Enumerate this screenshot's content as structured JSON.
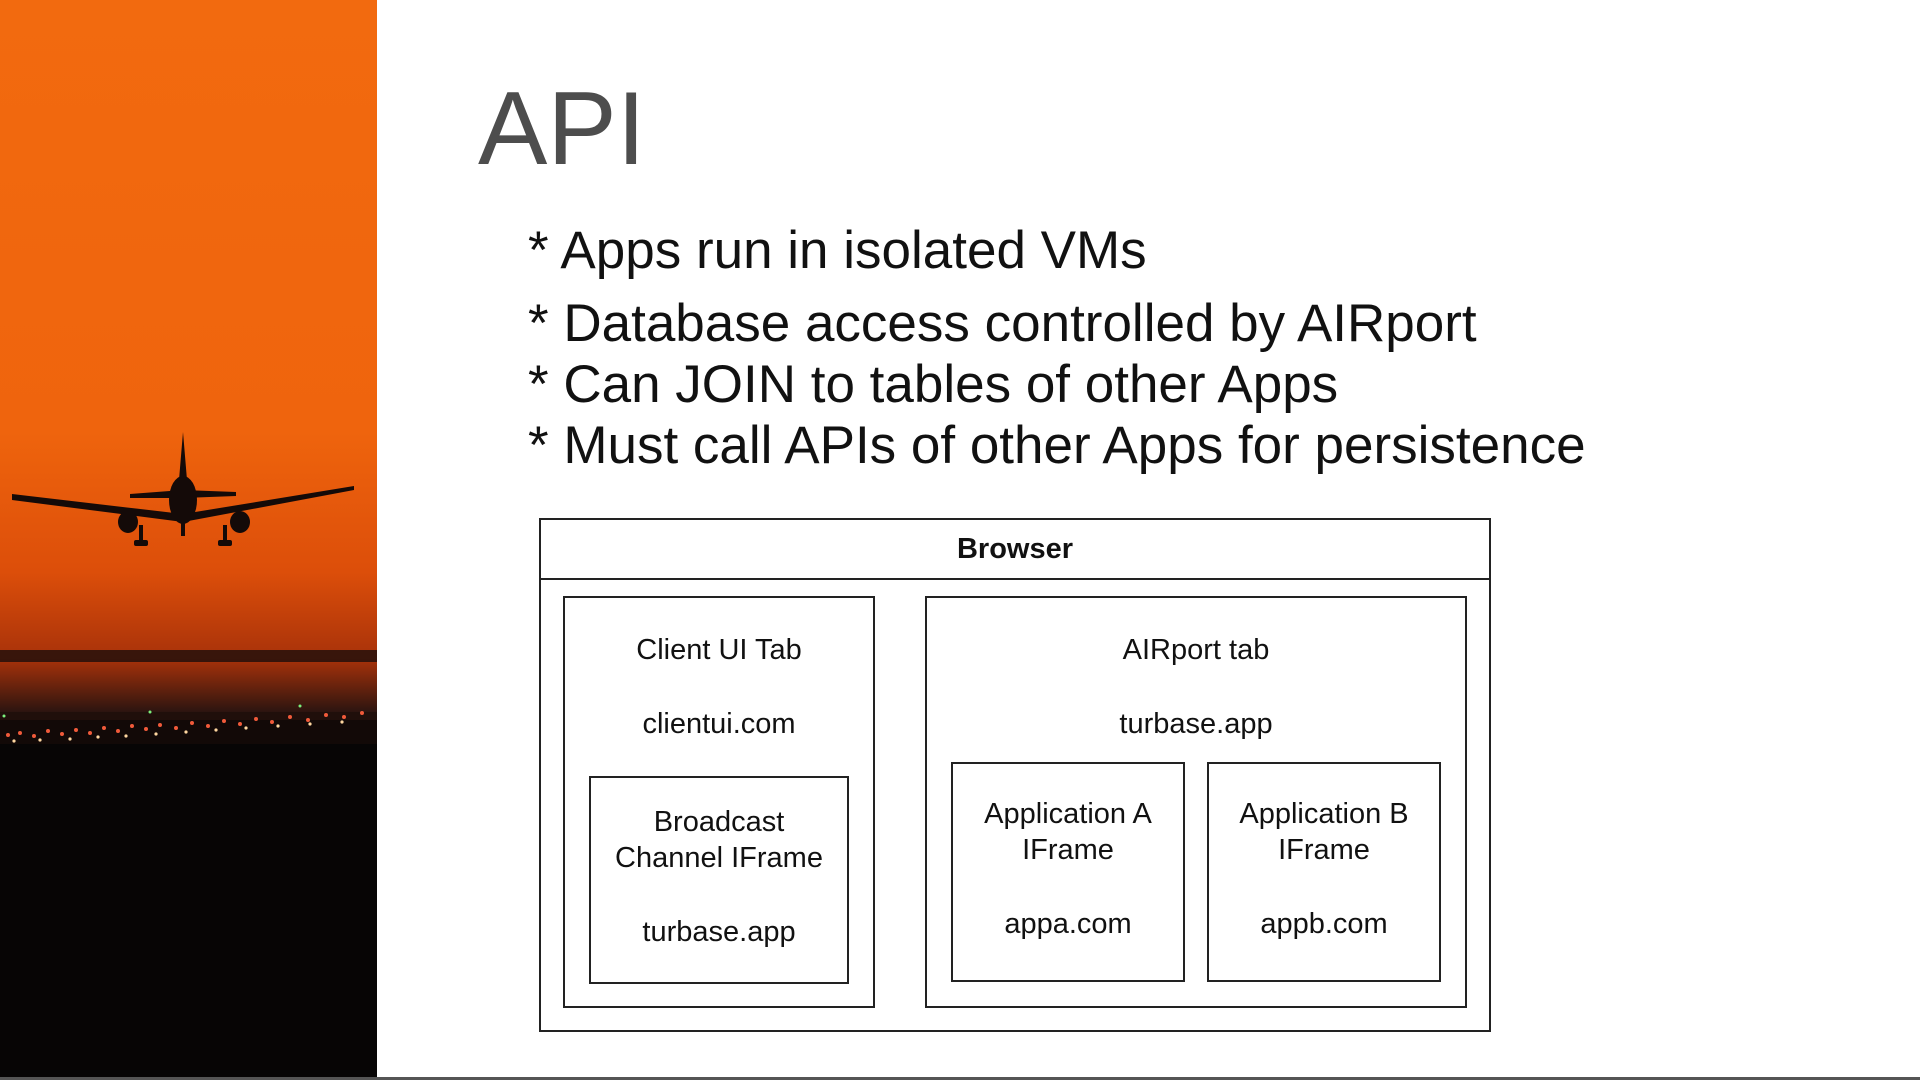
{
  "slide": {
    "title": "API",
    "bullets": [
      "* Apps run in isolated VMs",
      "* Database access controlled by AIRport",
      "* Can JOIN to tables of other Apps",
      "* Must call APIs of other Apps for persistence"
    ]
  },
  "diagram": {
    "browser_label": "Browser",
    "client_tab": {
      "title": "Client UI Tab",
      "domain": "clientui.com",
      "iframe": {
        "title_line1": "Broadcast",
        "title_line2": "Channel IFrame",
        "domain": "turbase.app"
      }
    },
    "airport_tab": {
      "title": "AIRport tab",
      "domain": "turbase.app",
      "app_a": {
        "title_line1": "Application A",
        "title_line2": "IFrame",
        "domain": "appa.com"
      },
      "app_b": {
        "title_line1": "Application B",
        "title_line2": "IFrame",
        "domain": "appb.com"
      }
    }
  },
  "colors": {
    "sky_top": "#f26a0f",
    "sky_horizon": "#c83a08",
    "ground": "#0a0707",
    "title": "#4d4d4d",
    "text": "#111111"
  },
  "icons": [
    "airplane-silhouette",
    "runway-lights"
  ]
}
